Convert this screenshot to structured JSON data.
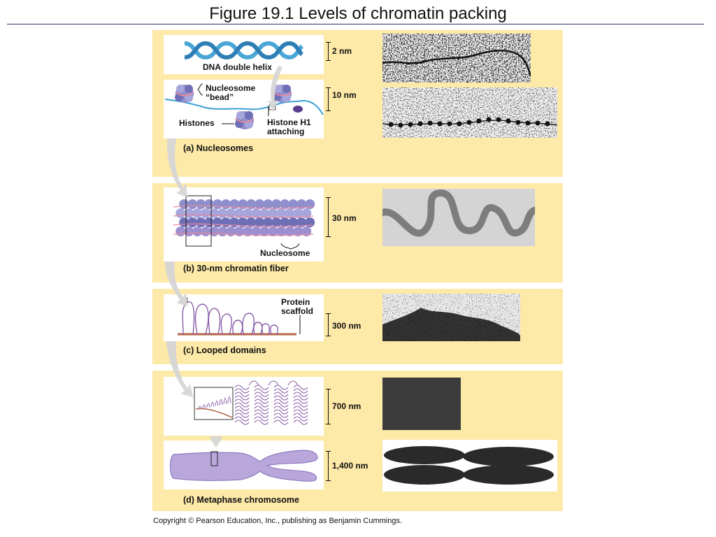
{
  "title": "Figure 19.1  Levels of chromatin packing",
  "copyright": "Copyright © Pearson Education, Inc., publishing as Benjamin Cummings.",
  "labels": {
    "dna_double_helix": "DNA double helix",
    "nucleosome_bead_1": "Nucleosome",
    "nucleosome_bead_2": "“bead”",
    "histones": "Histones",
    "histone_h1_1": "Histone H1",
    "histone_h1_2": "attaching",
    "nucleosome": "Nucleosome",
    "protein_scaffold_1": "Protein",
    "protein_scaffold_2": "scaffold"
  },
  "captions": {
    "a": "(a) Nucleosomes",
    "b": "(b) 30-nm chromatin fiber",
    "c": "(c) Looped domains",
    "d": "(d) Metaphase chromosome"
  },
  "scales": {
    "s2": "2 nm",
    "s10": "10 nm",
    "s30": "30 nm",
    "s300": "300 nm",
    "s700": "700 nm",
    "s1400": "1,400 nm"
  },
  "colors": {
    "panel": "#fde9a8",
    "dna": "#4aa6d6",
    "histone": "#8f8fce",
    "loop": "#8a5fa8",
    "chromosome": "#b9a7dc",
    "scaffold": "#b5654a"
  }
}
